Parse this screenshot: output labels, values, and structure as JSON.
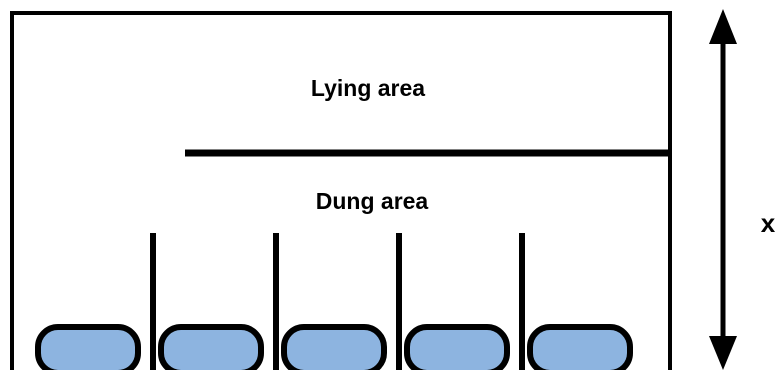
{
  "labels": {
    "lying_area": "Lying area",
    "dung_area": "Dung area",
    "dimension": "x"
  },
  "feeders": {
    "count": 5
  },
  "colors": {
    "line": "#000000",
    "feeder_fill": "#8db4e0",
    "background": "#ffffff"
  }
}
